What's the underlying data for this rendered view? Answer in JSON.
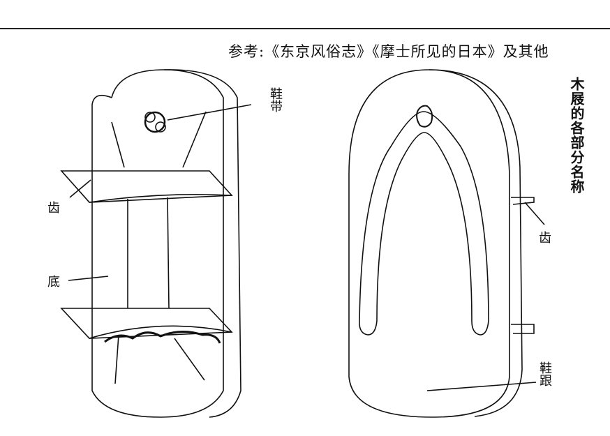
{
  "reference": "参考:《东京风俗志》《摩士所见的日本》及其他",
  "figure_title": "木屐的各部分名称",
  "labels": {
    "strap": "鞋带",
    "teeth_left": "齿",
    "base": "底",
    "teeth_right": "齿",
    "heel": "鞋跟"
  }
}
